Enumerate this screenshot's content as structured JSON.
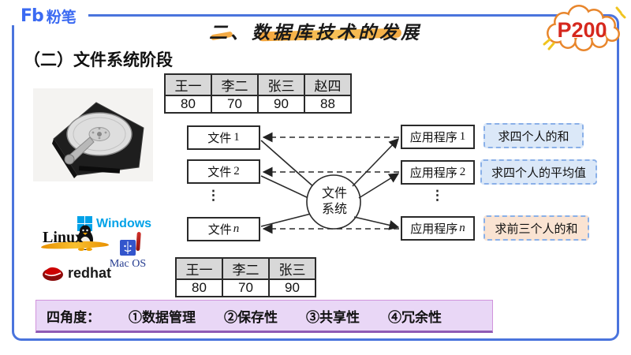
{
  "brand": {
    "fb": "Fb",
    "name": "粉笔"
  },
  "header": {
    "title": "二、数据库技术的发展",
    "page_badge": "P200"
  },
  "section_heading": "（二）文件系统阶段",
  "top_table": {
    "headers": [
      "王一",
      "李二",
      "张三",
      "赵四"
    ],
    "values": [
      "80",
      "70",
      "90",
      "88"
    ]
  },
  "bottom_table": {
    "headers": [
      "王一",
      "李二",
      "张三"
    ],
    "values": [
      "80",
      "70",
      "90"
    ]
  },
  "diagram": {
    "files": [
      {
        "label": "文件",
        "num": "1"
      },
      {
        "label": "文件",
        "num": "2"
      },
      {
        "label": "文件",
        "num": "n"
      }
    ],
    "ellipsis": "⋮",
    "center_line1": "文件",
    "center_line2": "系统",
    "apps": [
      {
        "label": "应用程序",
        "num": "1"
      },
      {
        "label": "应用程序",
        "num": "2"
      },
      {
        "label": "应用程序",
        "num": "n"
      }
    ],
    "annotations": [
      {
        "text": "求四个人的和",
        "style": "blue"
      },
      {
        "text": "求四个人的平均值",
        "style": "blue"
      },
      {
        "text": "求前三个人的和",
        "style": "peach"
      }
    ]
  },
  "os_logos": {
    "windows": "Windows",
    "linux": "Linux",
    "macos": "Mac OS",
    "redhat": "redhat"
  },
  "footer": {
    "prefix": "四角度：",
    "items": [
      "①数据管理",
      "②保存性",
      "③共享性",
      "④冗余性"
    ]
  },
  "colors": {
    "frame_blue": "#4a74dd",
    "brand_blue": "#3b6af2",
    "badge_red": "#d6281e",
    "badge_outline_orange": "#e8862c",
    "title_highlight_orange": "#f2a334",
    "annotation_blue_bg": "#dbe8f8",
    "annotation_peach_bg": "#fae3d2",
    "annotation_border": "#8ab0e8",
    "footer_bg": "#e9d7f6",
    "footer_border": "#8f5bb5",
    "table_header_bg": "#d8d8d8",
    "windows_blue": "#00a2e8"
  }
}
